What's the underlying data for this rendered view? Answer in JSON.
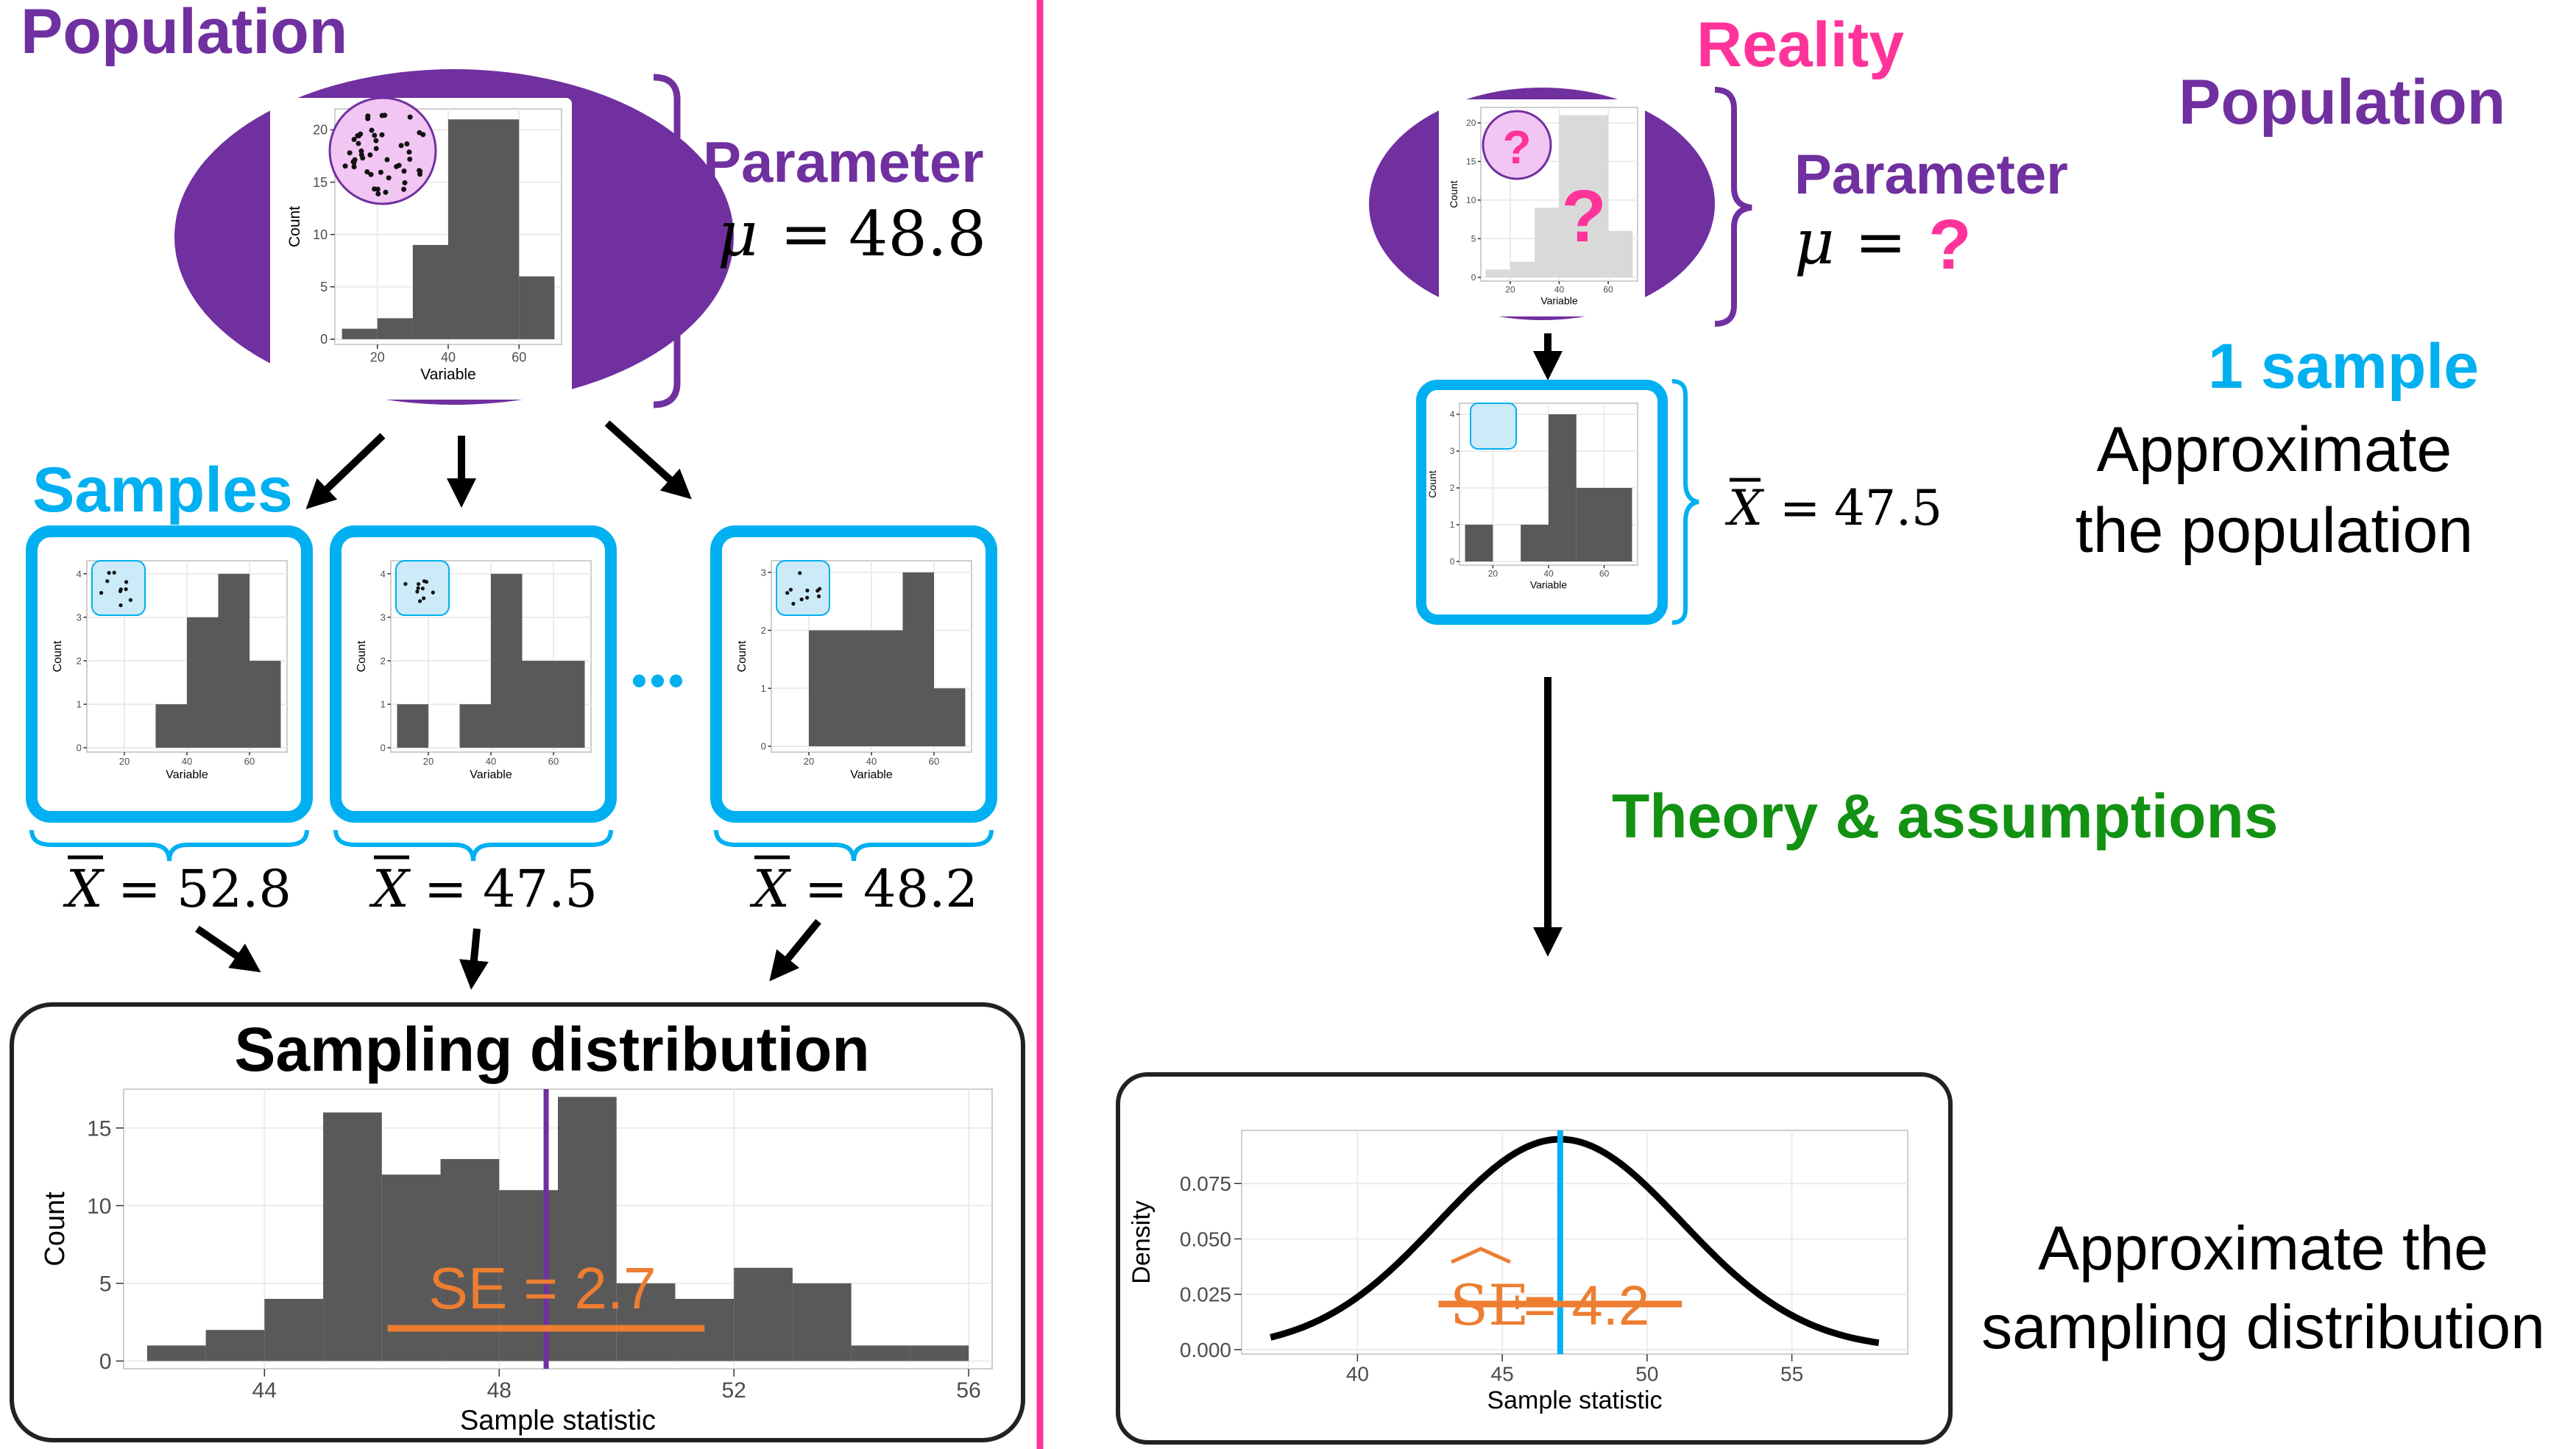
{
  "left": {
    "population_title": "Population",
    "parameter_label": "Parameter",
    "parameter_symbol": "μ",
    "parameter_eq": "=",
    "parameter_value": "48.8",
    "samples_title": "Samples",
    "ellipsis": "•••",
    "xbar_symbol": "X",
    "eq": "=",
    "sample_means": [
      "52.8",
      "47.5",
      "48.2"
    ],
    "sampling_dist_title": "Sampling distribution",
    "se_label": "SE = 2.7"
  },
  "right": {
    "reality_title": "Reality",
    "population_title": "Population",
    "parameter_label": "Parameter",
    "parameter_symbol": "μ",
    "parameter_eq": "=",
    "unknown_mark": "?",
    "one_sample_title": "1 sample",
    "approx_pop_line1": "Approximate",
    "approx_pop_line2": "the population",
    "sample_mean": "47.5",
    "theory_label": "Theory & assumptions",
    "approx_sd_line1": "Approximate the",
    "approx_sd_line2": "sampling distribution",
    "se_hat_label": "SE",
    "se_hat_value": "= 4.2"
  },
  "colors": {
    "purple": "#7030a0",
    "cyan": "#00b0f0",
    "pink": "#ff3399",
    "green": "#129112",
    "orange": "#ed7d31",
    "bar": "#595959",
    "grey_bar": "#d9d9d9",
    "divider": "#ff3399"
  },
  "chart_data": [
    {
      "id": "population-histogram",
      "type": "bar",
      "xlabel": "Variable",
      "ylabel": "Count",
      "bins": [
        [
          10,
          20
        ],
        [
          20,
          30
        ],
        [
          30,
          40
        ],
        [
          40,
          60
        ],
        [
          60,
          70
        ]
      ],
      "values": [
        1,
        2,
        9,
        21,
        6
      ],
      "xticks": [
        20,
        40,
        60
      ],
      "yticks": [
        0,
        5,
        10,
        15,
        20
      ],
      "xlim": [
        8,
        72
      ],
      "ylim": [
        -0.5,
        22
      ]
    },
    {
      "id": "sample-1-histogram",
      "type": "bar",
      "xlabel": "Variable",
      "ylabel": "Count",
      "bins": [
        [
          30,
          40
        ],
        [
          40,
          50
        ],
        [
          50,
          60
        ],
        [
          60,
          70
        ]
      ],
      "values": [
        1,
        3,
        4,
        2
      ],
      "xticks": [
        20,
        40,
        60
      ],
      "yticks": [
        0,
        1,
        2,
        3,
        4
      ],
      "xlim": [
        8,
        72
      ],
      "ylim": [
        -0.1,
        4.3
      ]
    },
    {
      "id": "sample-2-histogram",
      "type": "bar",
      "xlabel": "Variable",
      "ylabel": "Count",
      "bins": [
        [
          10,
          20
        ],
        [
          30,
          40
        ],
        [
          40,
          50
        ],
        [
          50,
          70
        ]
      ],
      "values": [
        1,
        1,
        4,
        2
      ],
      "xticks": [
        20,
        40,
        60
      ],
      "yticks": [
        0,
        1,
        2,
        3,
        4
      ],
      "xlim": [
        8,
        72
      ],
      "ylim": [
        -0.1,
        4.3
      ]
    },
    {
      "id": "sample-3-histogram",
      "type": "bar",
      "xlabel": "Variable",
      "ylabel": "Count",
      "bins": [
        [
          20,
          50
        ],
        [
          50,
          60
        ],
        [
          60,
          70
        ]
      ],
      "values": [
        2,
        3,
        1
      ],
      "xticks": [
        20,
        40,
        60
      ],
      "yticks": [
        0,
        1,
        2,
        3
      ],
      "xlim": [
        8,
        72
      ],
      "ylim": [
        -0.1,
        3.2
      ]
    },
    {
      "id": "sampling-distribution-histogram",
      "type": "bar",
      "xlabel": "Sample statistic",
      "ylabel": "Count",
      "bins": [
        [
          42,
          43
        ],
        [
          43,
          44
        ],
        [
          44,
          45
        ],
        [
          45,
          46
        ],
        [
          46,
          47
        ],
        [
          47,
          48
        ],
        [
          48,
          49
        ],
        [
          49,
          50
        ],
        [
          50,
          51
        ],
        [
          51,
          52
        ],
        [
          52,
          53
        ],
        [
          53,
          54
        ],
        [
          54,
          55
        ],
        [
          55,
          56
        ]
      ],
      "values": [
        1,
        2,
        4,
        16,
        12,
        13,
        11,
        17,
        5,
        4,
        6,
        5,
        1,
        1
      ],
      "xticks": [
        44,
        48,
        52,
        56
      ],
      "yticks": [
        0,
        5,
        10,
        15
      ],
      "xlim": [
        41.6,
        56.4
      ],
      "ylim": [
        -0.5,
        17.5
      ],
      "vline": 48.8,
      "se": 2.7
    },
    {
      "id": "reality-population-histogram",
      "type": "bar",
      "xlabel": "Variable",
      "ylabel": "Count",
      "bins": [
        [
          10,
          20
        ],
        [
          20,
          30
        ],
        [
          30,
          40
        ],
        [
          40,
          60
        ],
        [
          60,
          70
        ]
      ],
      "values": [
        1,
        2,
        9,
        21,
        6
      ],
      "xticks": [
        20,
        40,
        60
      ],
      "yticks": [
        0,
        5,
        10,
        15,
        20
      ],
      "xlim": [
        8,
        72
      ],
      "ylim": [
        -0.5,
        22
      ]
    },
    {
      "id": "one-sample-histogram",
      "type": "bar",
      "xlabel": "Variable",
      "ylabel": "Count",
      "bins": [
        [
          10,
          20
        ],
        [
          30,
          40
        ],
        [
          40,
          50
        ],
        [
          50,
          70
        ]
      ],
      "values": [
        1,
        1,
        4,
        2
      ],
      "xticks": [
        20,
        40,
        60
      ],
      "yticks": [
        0,
        1,
        2,
        3,
        4
      ],
      "xlim": [
        8,
        72
      ],
      "ylim": [
        -0.1,
        4.3
      ]
    },
    {
      "id": "theoretical-sampling-distribution",
      "type": "line",
      "xlabel": "Sample statistic",
      "ylabel": "Density",
      "mean": 47,
      "sd": 4.2,
      "x_range": [
        37,
        58
      ],
      "xticks": [
        40,
        45,
        50,
        55
      ],
      "yticks": [
        0.0,
        0.025,
        0.05,
        0.075
      ],
      "ytick_labels": [
        "0.000",
        "0.025",
        "0.050",
        "0.075"
      ],
      "xlim": [
        36,
        59
      ],
      "ylim": [
        -0.002,
        0.099
      ],
      "vline": 47
    }
  ]
}
